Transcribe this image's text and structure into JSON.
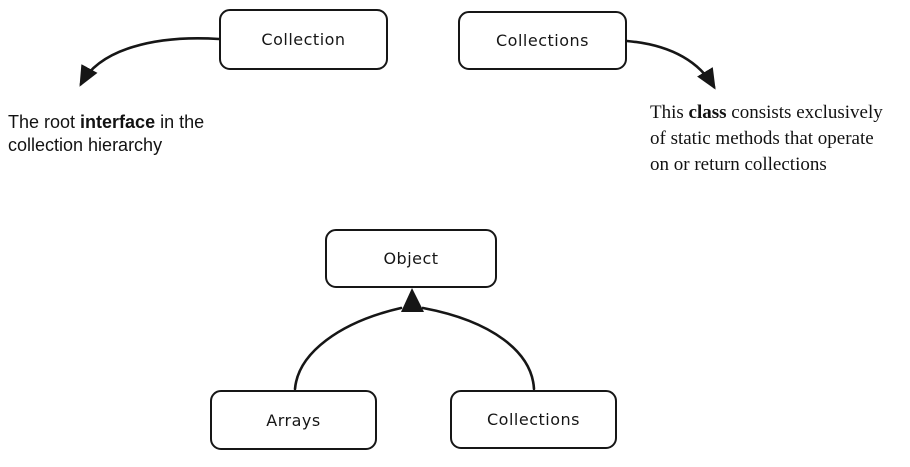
{
  "canvas": {
    "background": "#ffffff",
    "stroke_color": "#161616",
    "text_color": "#121212"
  },
  "nodes": [
    {
      "id": "collection",
      "label": "Collection"
    },
    {
      "id": "collections-top",
      "label": "Collections"
    },
    {
      "id": "object",
      "label": "Object"
    },
    {
      "id": "arrays",
      "label": "Arrays"
    },
    {
      "id": "collections-bottom",
      "label": "Collections"
    }
  ],
  "annotations": {
    "left": {
      "pre": "The root ",
      "bold": "interface",
      "post": " in the\ncollection hierarchy"
    },
    "right": {
      "pre": "This ",
      "bold": "class",
      "post": " consists exclusively\nof static methods that operate\non or return collections"
    }
  },
  "edges": [
    {
      "id": "collection-to-left-note",
      "description": "curved arrow from Collection box to left note"
    },
    {
      "id": "collections-to-right-note",
      "description": "curved arrow from Collections box to right note"
    },
    {
      "id": "arrays-to-object",
      "description": "curved arrow from Arrays up to Object"
    },
    {
      "id": "collections-to-object",
      "description": "curved arrow from Collections up to Object"
    }
  ]
}
